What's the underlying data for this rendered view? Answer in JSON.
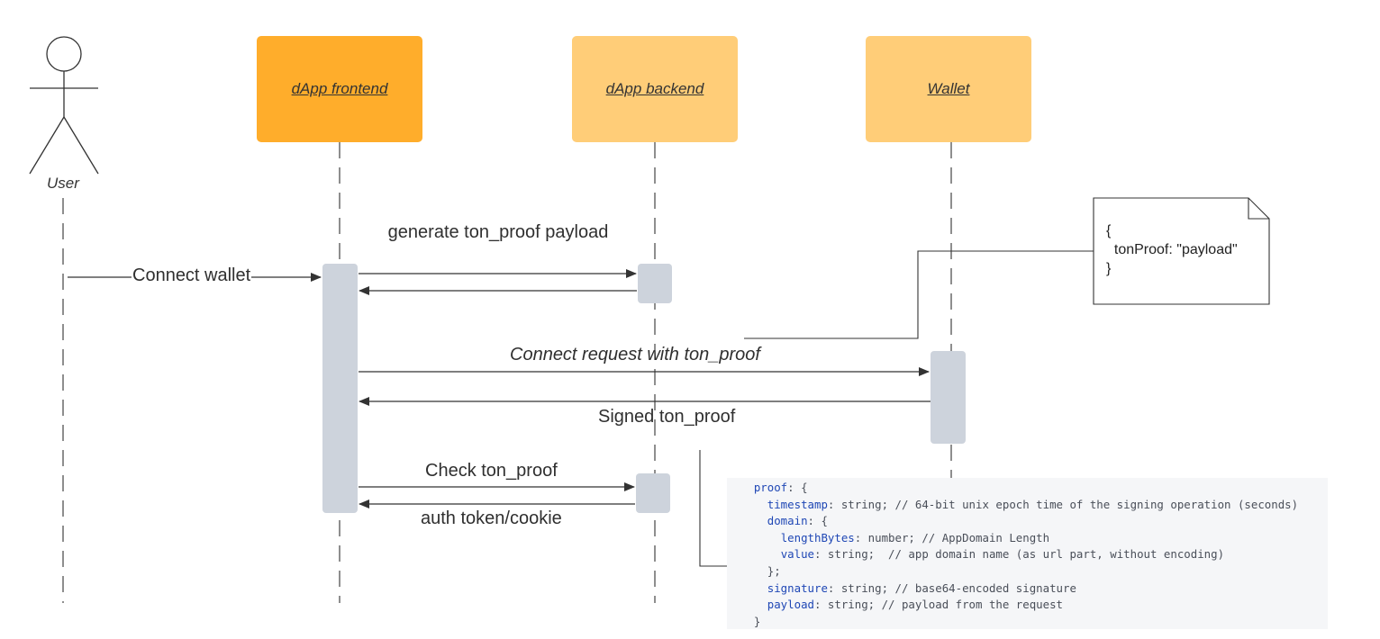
{
  "participants": {
    "user": "User",
    "frontend": "dApp frontend",
    "backend": "dApp backend",
    "wallet": "Wallet"
  },
  "messages": {
    "connect_wallet": "Connect wallet",
    "generate_payload": "generate ton_proof payload",
    "connect_request": "Connect request with ton_proof",
    "signed_proof": "Signed ton_proof",
    "check_proof": "Check ton_proof",
    "auth_token": "auth token/cookie"
  },
  "note": {
    "text": "{\n  tonProof: \"payload\"\n}"
  },
  "code": {
    "lines": [
      {
        "indent": "  ",
        "key": "proof",
        "rest": ": {"
      },
      {
        "indent": "    ",
        "key": "timestamp",
        "rest": ": string; // 64-bit unix epoch time of the signing operation (seconds)"
      },
      {
        "indent": "    ",
        "key": "domain",
        "rest": ": {"
      },
      {
        "indent": "      ",
        "key": "lengthBytes",
        "rest": ": number; // AppDomain Length"
      },
      {
        "indent": "      ",
        "key": "value",
        "rest": ": string;  // app domain name (as url part, without encoding)"
      },
      {
        "indent": "    ",
        "key": "",
        "rest": "};"
      },
      {
        "indent": "    ",
        "key": "signature",
        "rest": ": string; // base64-encoded signature"
      },
      {
        "indent": "    ",
        "key": "payload",
        "rest": ": string; // payload from the request"
      },
      {
        "indent": "  ",
        "key": "",
        "rest": "}"
      }
    ]
  },
  "colors": {
    "frontend_box": "#ffad2b",
    "backend_box": "#ffcd78",
    "wallet_box": "#ffcd78",
    "activation_bar": "#cdd3dc",
    "code_key": "#1f47b5",
    "code_background": "#f5f6f8"
  }
}
